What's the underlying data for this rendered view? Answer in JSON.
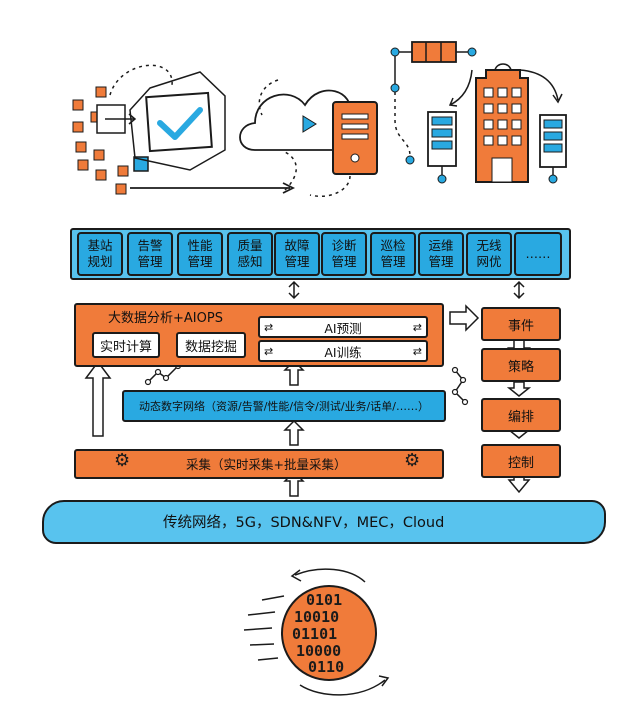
{
  "top_modules": [
    "基站\n规划",
    "告警\n管理",
    "性能\n管理",
    "质量\n感知",
    "故障\n管理",
    "诊断\n管理",
    "巡检\n管理",
    "运维\n管理",
    "无线\n网优",
    "……"
  ],
  "analytics": {
    "title": "大数据分析+AIOPS",
    "realtime": "实时计算",
    "mining": "数据挖掘",
    "ai_predict": "AI预测",
    "ai_train": "AI训练"
  },
  "digital_network": "动态数字网络（资源/告警/性能/信令/测试/业务/话单/……）",
  "collection": "采集（实时采集+批量采集）",
  "base_network": "传统网络，5G，SDN&NFV，MEC，Cloud",
  "side_flow": [
    "事件",
    "策略",
    "编排",
    "控制"
  ],
  "binary_digits": [
    "0101",
    "10010",
    "01101",
    "10000",
    "0110"
  ],
  "colors": {
    "orange": "#f07b3a",
    "blue": "#29a9e1",
    "light_blue": "#58c3ee",
    "ink": "#1b1b1b"
  }
}
